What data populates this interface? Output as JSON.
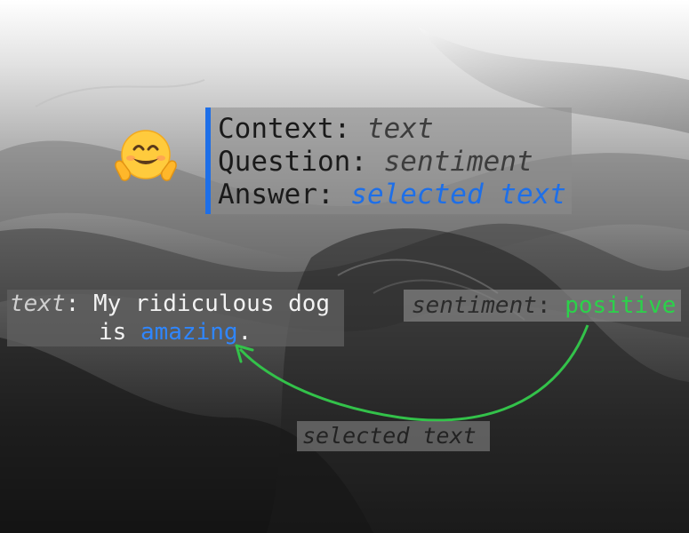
{
  "qa": {
    "context_label": "Context: ",
    "context_value": "text",
    "question_label": "Question: ",
    "question_value": "sentiment",
    "answer_label": "Answer: ",
    "answer_value": "selected text"
  },
  "example": {
    "text_label": "text",
    "text_colon": ": ",
    "line1": "My ridiculous dog",
    "line2_prefix": "is ",
    "highlight": "amazing",
    "line2_suffix": "."
  },
  "sentiment": {
    "label": "sentiment",
    "colon": ": ",
    "value": "positive"
  },
  "selection": {
    "label": "selected text"
  },
  "colors": {
    "accent_blue": "#1e6fe8",
    "positive_green": "#2bd24a",
    "arrow_green": "#33c24a"
  },
  "icons": {
    "emoji": "hugging-face-icon"
  }
}
